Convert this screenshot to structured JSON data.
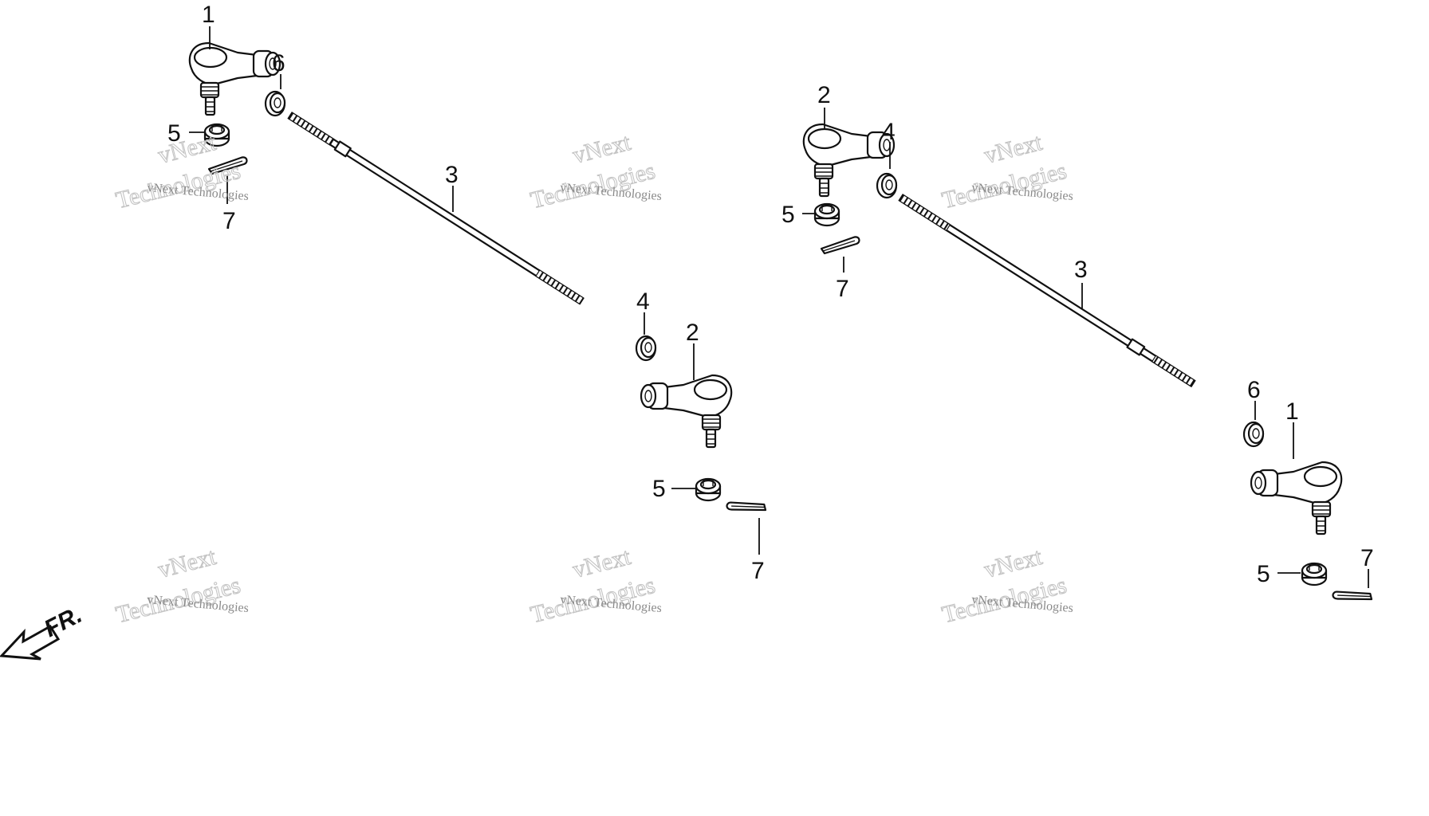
{
  "diagram": {
    "labels": {
      "tie_rod_end_1": "1",
      "tie_rod_end_2": "2",
      "tie_rod": "3",
      "lock_nut_4": "4",
      "castle_nut": "5",
      "lock_nut_6": "6",
      "cotter_pin": "7"
    },
    "direction_marker": "FR.",
    "watermark": {
      "line1": "vNext",
      "line2": "vNext Technologies",
      "line3": "Technologies"
    }
  }
}
